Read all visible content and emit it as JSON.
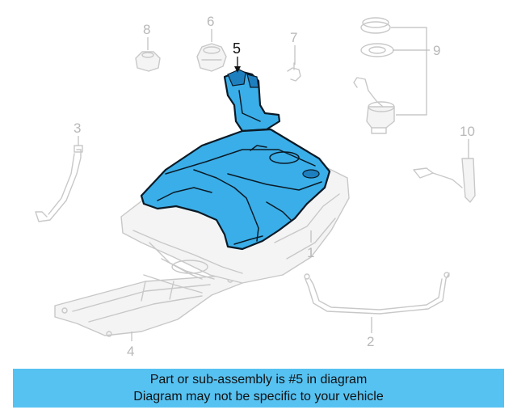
{
  "diagram": {
    "callouts": [
      {
        "id": "1",
        "label": "1"
      },
      {
        "id": "2",
        "label": "2"
      },
      {
        "id": "3",
        "label": "3"
      },
      {
        "id": "4",
        "label": "4"
      },
      {
        "id": "5",
        "label": "5",
        "highlighted": true
      },
      {
        "id": "6",
        "label": "6"
      },
      {
        "id": "7",
        "label": "7"
      },
      {
        "id": "8",
        "label": "8"
      },
      {
        "id": "9",
        "label": "9"
      },
      {
        "id": "10",
        "label": "10"
      }
    ],
    "highlight_color": "#3aaee8",
    "ghost_color": "#c8c8c8"
  },
  "banner": {
    "line1": "Part or sub-assembly is #5 in diagram",
    "line2": "Diagram may not be specific to your vehicle",
    "background": "#56c2f2"
  }
}
